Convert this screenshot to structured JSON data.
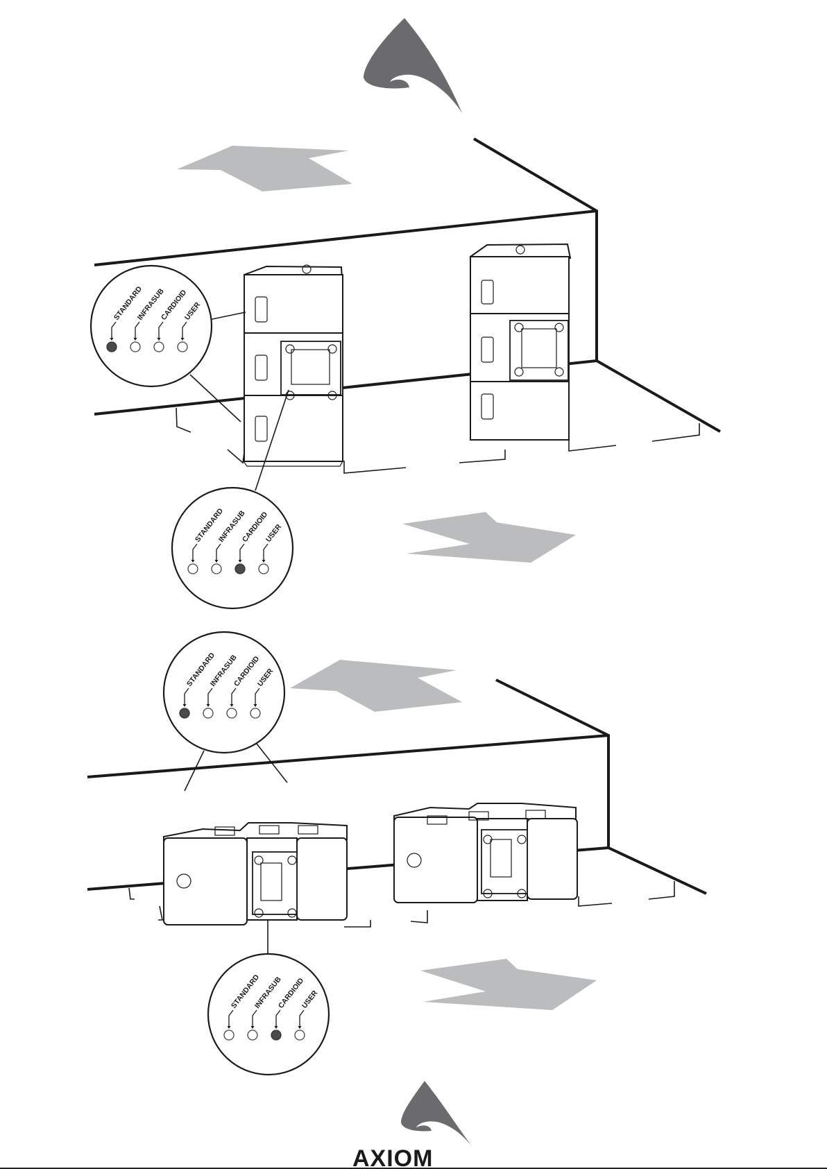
{
  "logo": {
    "brand_text": "AXIOM",
    "icon": "axiom-triangle-icon",
    "color": "#6b6b6e"
  },
  "mode_labels": [
    "STANDARD",
    "INFRASUB",
    "CARDIOID",
    "USER"
  ],
  "selectors": [
    {
      "id": "top-standard",
      "selected": "STANDARD"
    },
    {
      "id": "top-cardioid",
      "selected": "CARDIOID"
    },
    {
      "id": "bottom-standard",
      "selected": "STANDARD"
    },
    {
      "id": "bottom-cardioid",
      "selected": "CARDIOID"
    }
  ],
  "colors": {
    "arrow_grey": "#bbbcbd",
    "led_on": "#4a4a4c",
    "line": "#1a1a1a"
  },
  "icons": [
    "direction-arrow-icon",
    "subwoofer-cabinet-icon",
    "led-indicator-icon"
  ]
}
